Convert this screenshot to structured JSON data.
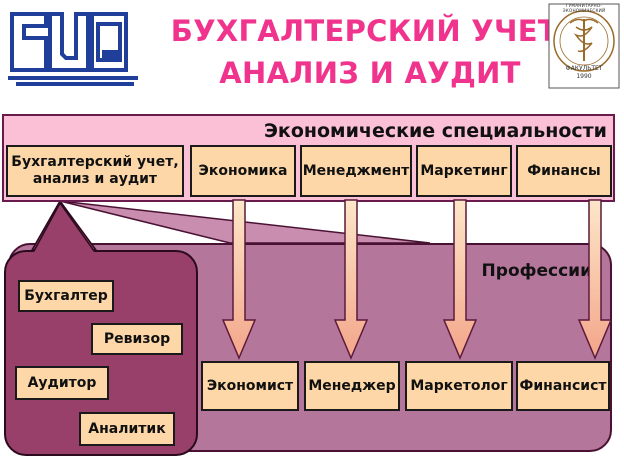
{
  "title": {
    "line1": "БУХГАЛТЕРСКИЙ УЧЕТ,",
    "line2": "АНАЛИЗ И АУДИТ"
  },
  "emblem": {
    "text_arc": "ГУМАНИТАРНО-ЭКОНОМИЧЕСКИЙ",
    "faculty": "ФАКУЛЬТЕТ",
    "year": "1990"
  },
  "specialties": {
    "header": "Экономические специальности",
    "items": [
      {
        "label": "Бухгалтерский учет, анализ и аудит"
      },
      {
        "label": "Экономика"
      },
      {
        "label": "Менеджмент"
      },
      {
        "label": "Маркетинг"
      },
      {
        "label": "Финансы"
      }
    ]
  },
  "professions": {
    "header": "Профессии",
    "accounting_roles": [
      {
        "label": "Бухгалтер"
      },
      {
        "label": "Ревизор"
      },
      {
        "label": "Аудитор"
      },
      {
        "label": "Аналитик"
      }
    ],
    "items": [
      {
        "label": "Экономист"
      },
      {
        "label": "Менеджер"
      },
      {
        "label": "Маркетолог"
      },
      {
        "label": "Финансист"
      }
    ]
  },
  "colors": {
    "title": "#f0338c",
    "banner": "#fbbfd6",
    "box": "#fdd7a7",
    "professions_panel": "#b5769b",
    "roles_panel": "#98406a",
    "logo_blue": "#1f3f9a"
  }
}
